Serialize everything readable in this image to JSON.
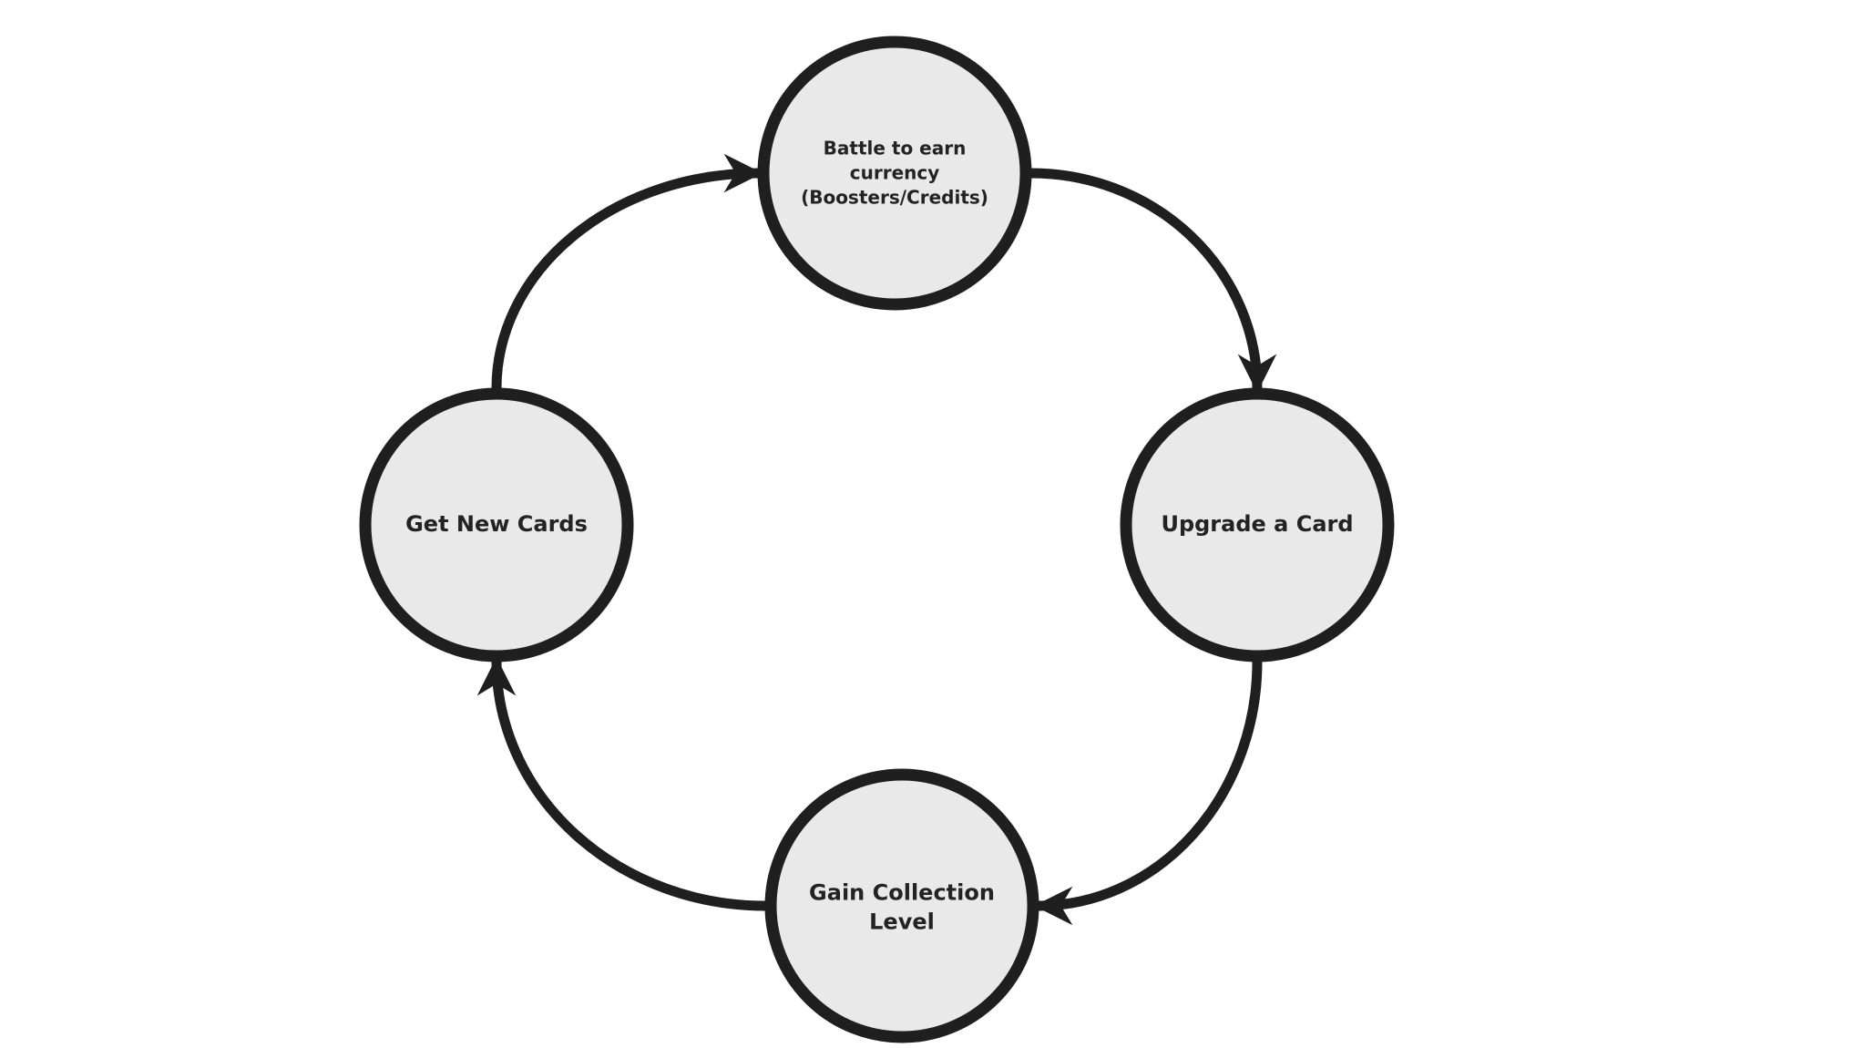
{
  "diagram": {
    "type": "cycle",
    "direction": "clockwise",
    "colors": {
      "background": "#ffffff",
      "node_fill": "#e9e9e9",
      "node_stroke": "#1f1f1f",
      "edge": "#1f1f1f",
      "text": "#232323"
    },
    "nodes": [
      {
        "id": "battle",
        "position": "top",
        "label": "Battle to earn\ncurrency\n(Boosters/Credits)"
      },
      {
        "id": "upgrade",
        "position": "right",
        "label": "Upgrade a Card"
      },
      {
        "id": "gain-level",
        "position": "bottom",
        "label": "Gain Collection\nLevel"
      },
      {
        "id": "new-cards",
        "position": "left",
        "label": "Get New Cards"
      }
    ],
    "edges": [
      {
        "from": "new-cards",
        "to": "battle"
      },
      {
        "from": "battle",
        "to": "upgrade"
      },
      {
        "from": "upgrade",
        "to": "gain-level"
      },
      {
        "from": "gain-level",
        "to": "new-cards"
      }
    ]
  }
}
